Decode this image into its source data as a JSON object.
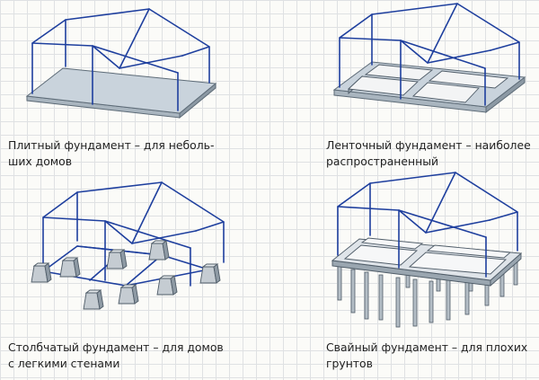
{
  "captions": {
    "slab": "Плитный фундамент – для неболь-\nших домов",
    "strip": "Ленточный фундамент – наиболее\nраспространенный",
    "column": "Столбчатый фундамент – для домов\nс легкими стенами",
    "pile": "Свайный фундамент – для плохих\nгрунтов"
  },
  "colors": {
    "wireframe": "#1e3f9e",
    "concrete": "#c9d3dc",
    "grid": "#dfe1e3"
  }
}
